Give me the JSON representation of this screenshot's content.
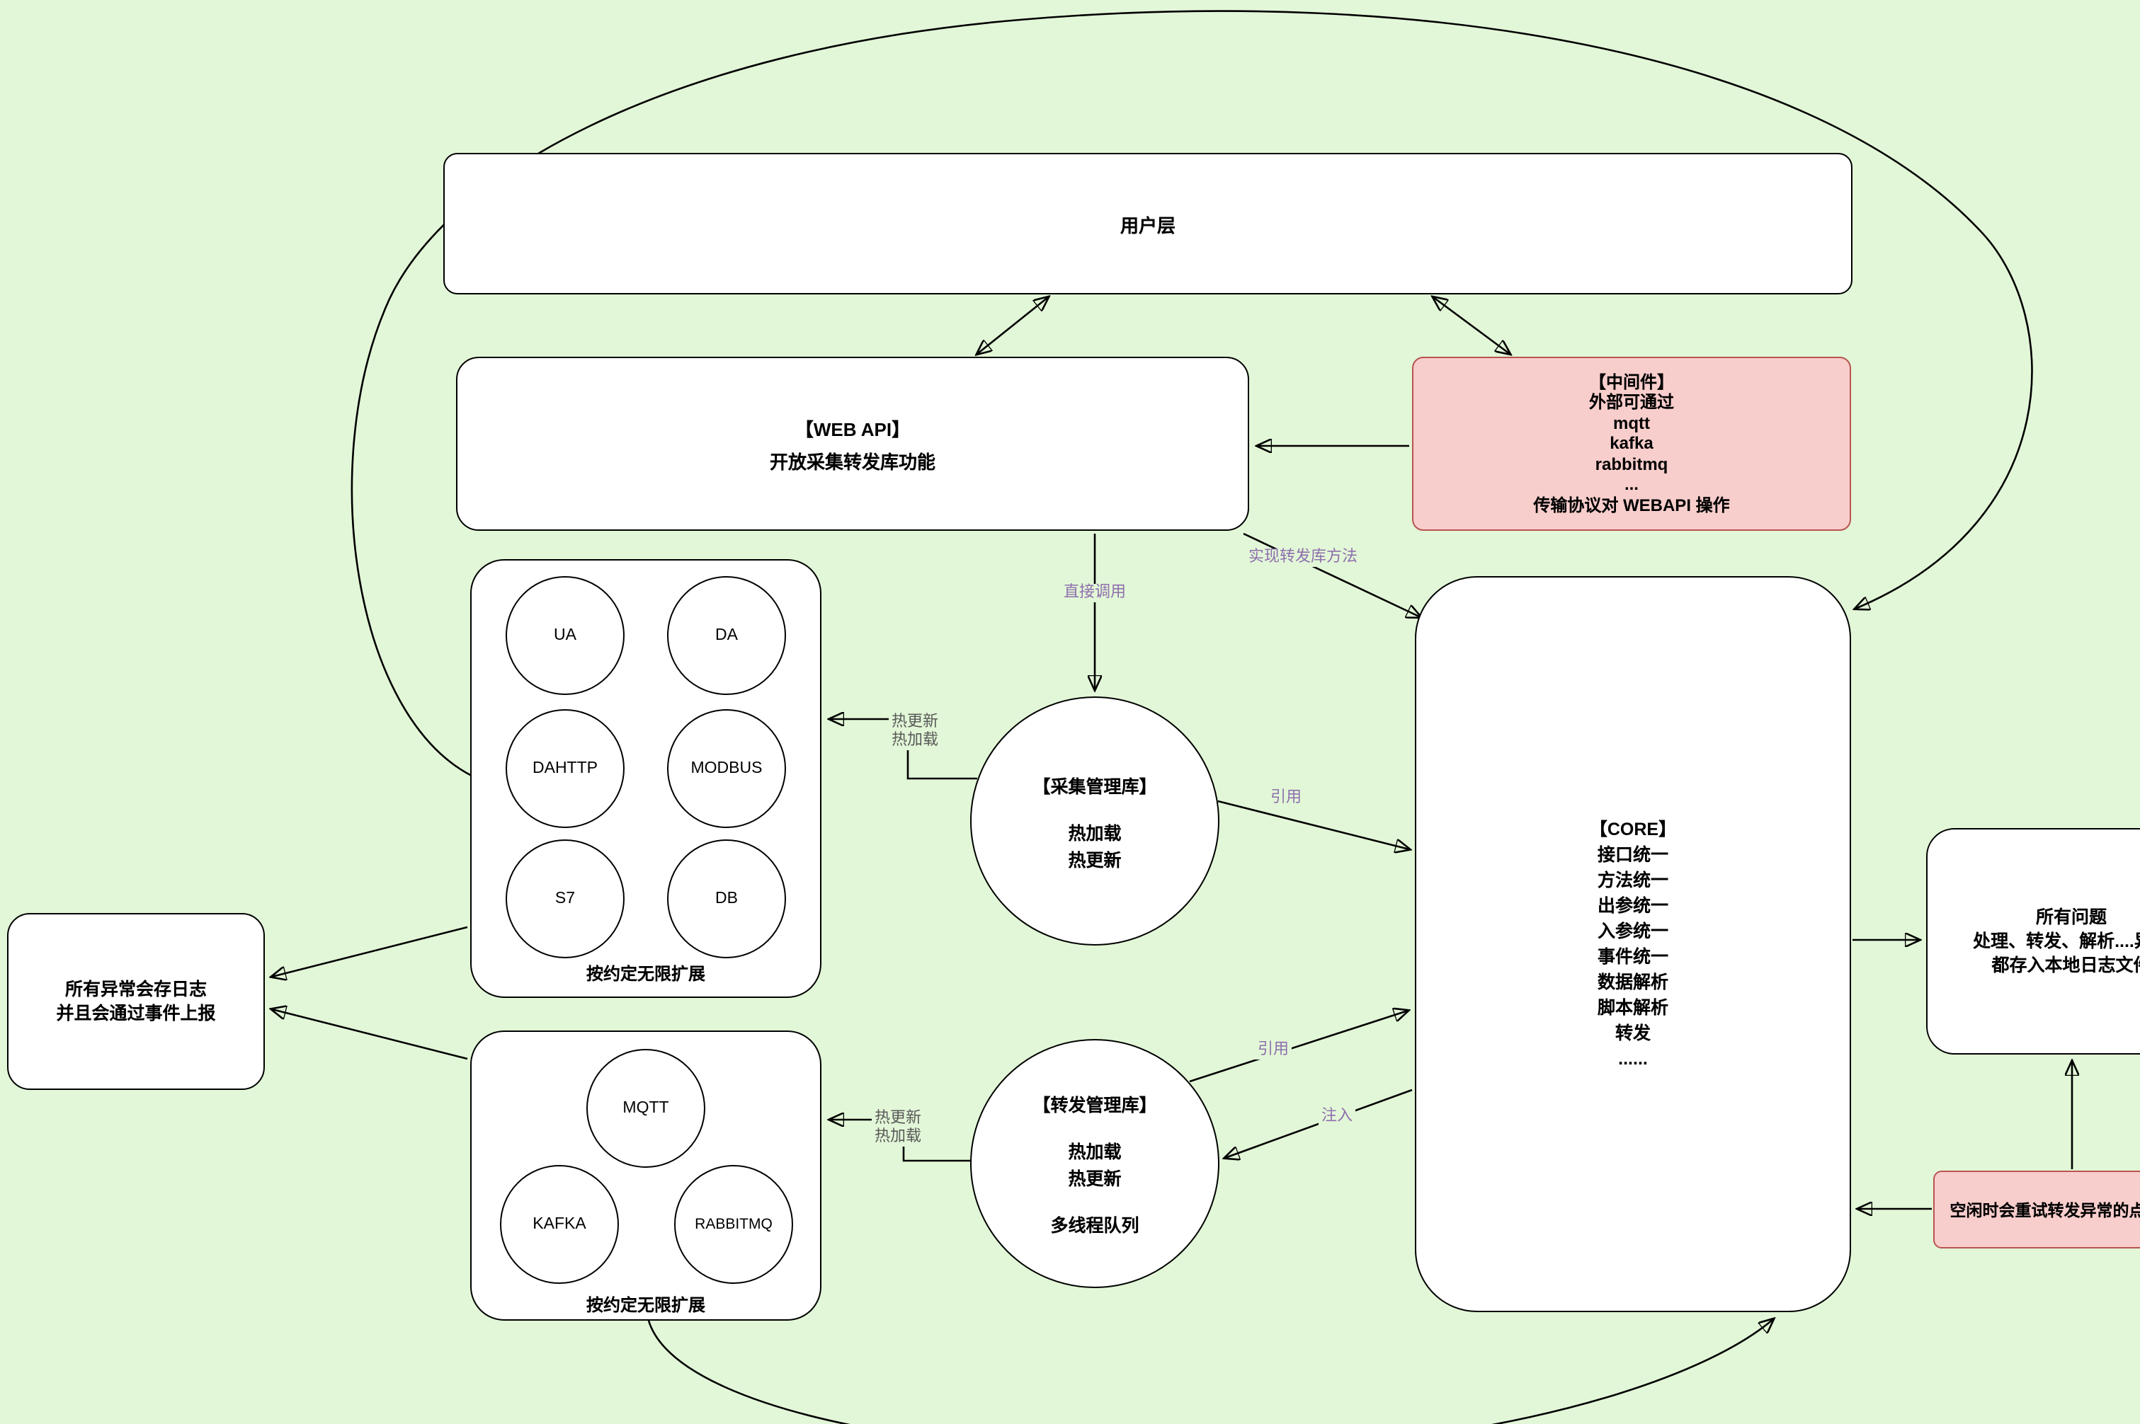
{
  "canvas": {
    "background": "#e2f7d7",
    "node_fill": "#ffffff",
    "node_stroke": "#000000",
    "pink_fill": "#f8cecc",
    "pink_stroke": "#b85450",
    "label_purple": "#8e6fae",
    "label_gray": "#595959"
  },
  "nodes": {
    "user_layer": {
      "title": "用户层"
    },
    "web_api": {
      "lines": [
        "【WEB API】",
        "开放采集转发库功能"
      ]
    },
    "middleware": {
      "lines": [
        "【中间件】",
        "外部可通过",
        "mqtt",
        "kafka",
        "rabbitmq",
        "...",
        "传输协议对 WEBAPI 操作"
      ]
    },
    "collect_plugins": {
      "circles": [
        "UA",
        "DA",
        "DAHTTP",
        "MODBUS",
        "S7",
        "DB"
      ],
      "caption": "按约定无限扩展"
    },
    "collect_manager": {
      "lines": [
        "【采集管理库】",
        "热加载",
        "热更新"
      ]
    },
    "core": {
      "lines": [
        "【CORE】",
        "接口统一",
        "方法统一",
        "出参统一",
        "入参统一",
        "事件统一",
        "数据解析",
        "脚本解析",
        "转发",
        "......"
      ]
    },
    "forward_plugins": {
      "circles": [
        "MQTT",
        "KAFKA",
        "RABBITMQ"
      ],
      "caption": "按约定无限扩展"
    },
    "forward_manager": {
      "lines": [
        "【转发管理库】",
        "热加载",
        "热更新",
        "多线程队列"
      ]
    },
    "exception_box": {
      "lines": [
        "所有异常会存日志",
        "并且会通过事件上报"
      ]
    },
    "log_box": {
      "lines": [
        "所有问题",
        "处理、转发、解析....异常",
        "都存入本地日志文件"
      ]
    },
    "retry_box": {
      "title": "空闲时会重试转发异常的点位数据"
    }
  },
  "edge_labels": {
    "direct_call": "直接调用",
    "implement_forward": "实现转发库方法",
    "collect_hot": {
      "line1": "热更新",
      "line2": "热加载"
    },
    "forward_hot": {
      "line1": "热更新",
      "line2": "热加载"
    },
    "ref_collect": "引用",
    "ref_forward": "引用",
    "inject": "注入"
  }
}
